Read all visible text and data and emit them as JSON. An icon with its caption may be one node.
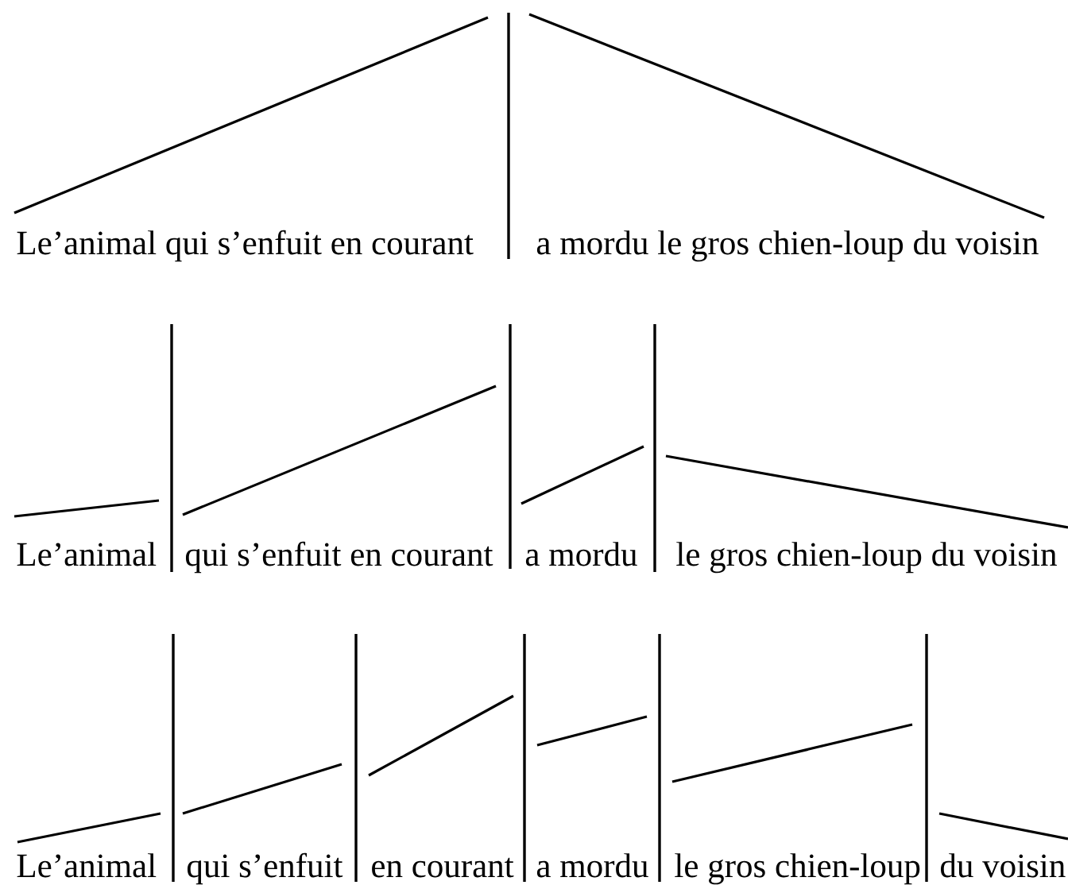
{
  "diagram": {
    "labels": [
      "Le’animal qui s’enfuit en courant",
      "a mordu le gros chien-loup du voisin",
      "Le’animal",
      "qui s’enfuit en courant",
      "a mordu",
      "le gros chien-loup du voisin",
      "Le’animal",
      "qui s’enfuit",
      "en courant",
      "a mordu",
      "le gros chien-loup",
      "du voisin"
    ]
  }
}
